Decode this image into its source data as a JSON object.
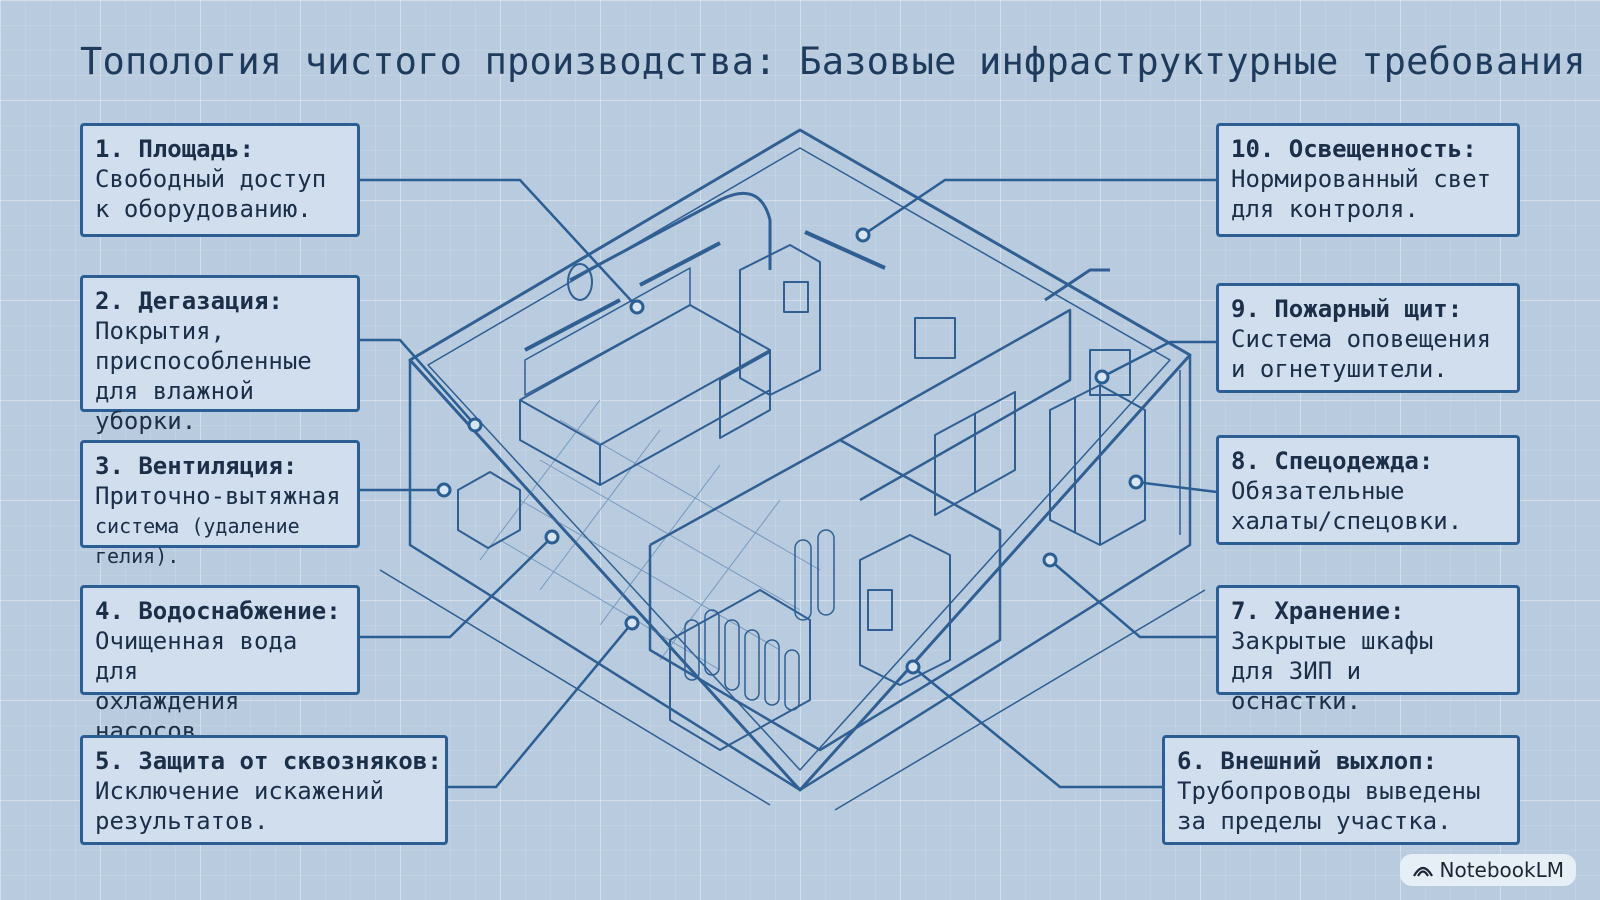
{
  "title": "Топология чистого производства: Базовые инфраструктурные требования",
  "cards": [
    {
      "heading": "1. Площадь:",
      "body": "Свободный доступ\nк оборудованию."
    },
    {
      "heading": "2. Дегазация:",
      "body": "Покрытия,\nприспособленные\nдля влажной уборки."
    },
    {
      "heading": "3. Вентиляция:",
      "body": "Приточно-вытяжная",
      "note": "система (удаление гелия)."
    },
    {
      "heading": "4. Водоснабжение:",
      "body": "Очищенная вода для\nохлаждения насосов."
    },
    {
      "heading": "5. Защита от сквозняков:",
      "body": "Исключение искажений\nрезультатов."
    },
    {
      "heading": "6. Внешний выхлоп:",
      "body": "Трубопроводы выведены\nза пределы участка."
    },
    {
      "heading": "7. Хранение:",
      "body": "Закрытые шкафы\nдля ЗИП и оснастки."
    },
    {
      "heading": "8. Спецодежда:",
      "body": "Обязательные\nхалаты/спецовки."
    },
    {
      "heading": "9. Пожарный щит:",
      "body": "Система оповещения\nи огнетушители."
    },
    {
      "heading": "10. Освещенность:",
      "body": "Нормированный свет\nдля контроля."
    }
  ],
  "brand": {
    "label": "NotebookLM",
    "icon": "notebooklm-logo-icon"
  },
  "colors": {
    "line": "#2b5f94",
    "background": "#b9cbde",
    "card": "#d1dfee",
    "text": "#1b2f48"
  }
}
